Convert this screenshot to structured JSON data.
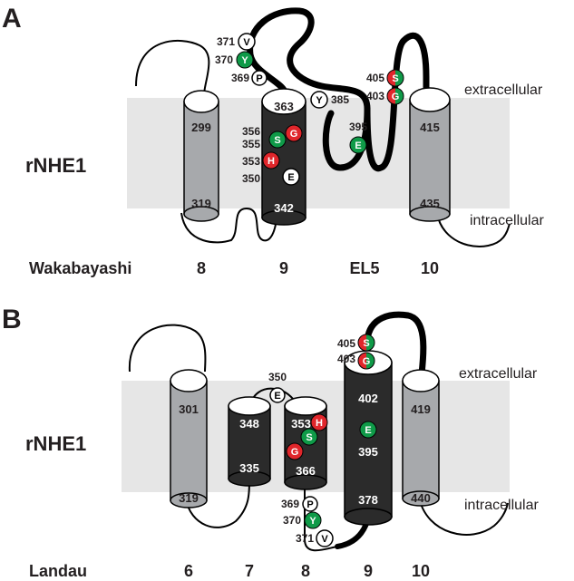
{
  "colors": {
    "membrane": "#e6e6e6",
    "helix_gray": "#a7a9ac",
    "helix_dark": "#2b2b2b",
    "residue_green": "#0f9a48",
    "residue_red": "#e0262b",
    "line": "#000000"
  },
  "panel_a": {
    "letter": "A",
    "protein": "rNHE1",
    "extracellular": "extracellular",
    "intracellular": "intracellular",
    "model": "Wakabayashi",
    "segments": [
      "8",
      "9",
      "EL5",
      "10"
    ],
    "helix_top_numbers": [
      "299",
      "363",
      "415"
    ],
    "helix_bottom_numbers": [
      "319",
      "342",
      "435"
    ],
    "residues": [
      {
        "num": "371",
        "letter": "V",
        "color": "white"
      },
      {
        "num": "370",
        "letter": "Y",
        "color": "green"
      },
      {
        "num": "369",
        "letter": "P",
        "color": "white"
      },
      {
        "num": "385",
        "letter": "Y",
        "color": "white"
      },
      {
        "num": "356",
        "letter": "S",
        "color": "green"
      },
      {
        "num": "355",
        "letter": "G",
        "color": "red"
      },
      {
        "num": "353",
        "letter": "H",
        "color": "red"
      },
      {
        "num": "350",
        "letter": "E",
        "color": "white"
      },
      {
        "num": "395",
        "letter": "E",
        "color": "green"
      },
      {
        "num": "405",
        "letter": "S",
        "color": "red-green"
      },
      {
        "num": "403",
        "letter": "G",
        "color": "red-green"
      }
    ]
  },
  "panel_b": {
    "letter": "B",
    "protein": "rNHE1",
    "extracellular": "extracellular",
    "intracellular": "intracellular",
    "model": "Landau",
    "segments": [
      "6",
      "7",
      "8",
      "9",
      "10"
    ],
    "helix_top_numbers": [
      "301",
      "348",
      "353",
      "402",
      "419"
    ],
    "helix_bottom_numbers": [
      "319",
      "335",
      "366",
      "378",
      "440"
    ],
    "inner_labels": [
      "395"
    ],
    "residues": [
      {
        "num": "350",
        "letter": "E",
        "color": "white"
      },
      {
        "num": "353",
        "letter": "H",
        "color": "red"
      },
      {
        "num": "",
        "letter": "S",
        "color": "green"
      },
      {
        "num": "",
        "letter": "G",
        "color": "red"
      },
      {
        "num": "",
        "letter": "E",
        "color": "green"
      },
      {
        "num": "405",
        "letter": "S",
        "color": "red-green"
      },
      {
        "num": "403",
        "letter": "G",
        "color": "red-green"
      },
      {
        "num": "369",
        "letter": "P",
        "color": "white"
      },
      {
        "num": "370",
        "letter": "Y",
        "color": "green"
      },
      {
        "num": "371",
        "letter": "V",
        "color": "white"
      }
    ]
  }
}
